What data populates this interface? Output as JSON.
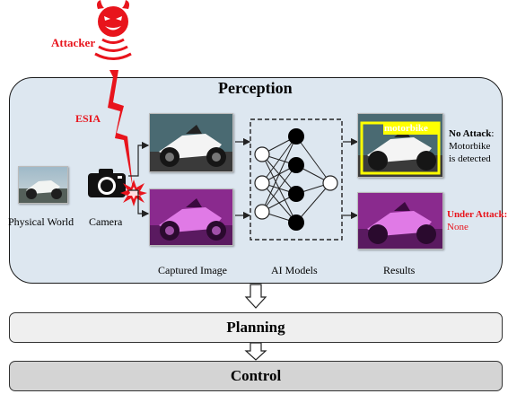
{
  "attacker_label": "Attacker",
  "attack_name": "ESIA",
  "perception": {
    "title": "Perception",
    "physical_world_label": "Physical World",
    "camera_label": "Camera",
    "captured_image_label": "Captured Image",
    "ai_models_label": "AI Models",
    "results_label": "Results",
    "detection_box_text": "motorbike",
    "no_attack": {
      "heading": "No Attack",
      "line1": "Motorbike",
      "line2": "is detected"
    },
    "under_attack": {
      "heading": "Under Attack:",
      "line1": "None"
    }
  },
  "planning_label": "Planning",
  "control_label": "Control",
  "colors": {
    "attack_red": "#e8141c",
    "perception_bg": "#dde7f0",
    "stage_fill": "#efefef",
    "control_fill": "#d4d4d4",
    "detection_box": "#ffff00",
    "attack_tint": "#cc00cc"
  },
  "icons": [
    "devil-icon",
    "signal-waves-icon",
    "lightning-bolt-icon",
    "camera-icon",
    "explosion-icon",
    "neural-network-icon"
  ]
}
